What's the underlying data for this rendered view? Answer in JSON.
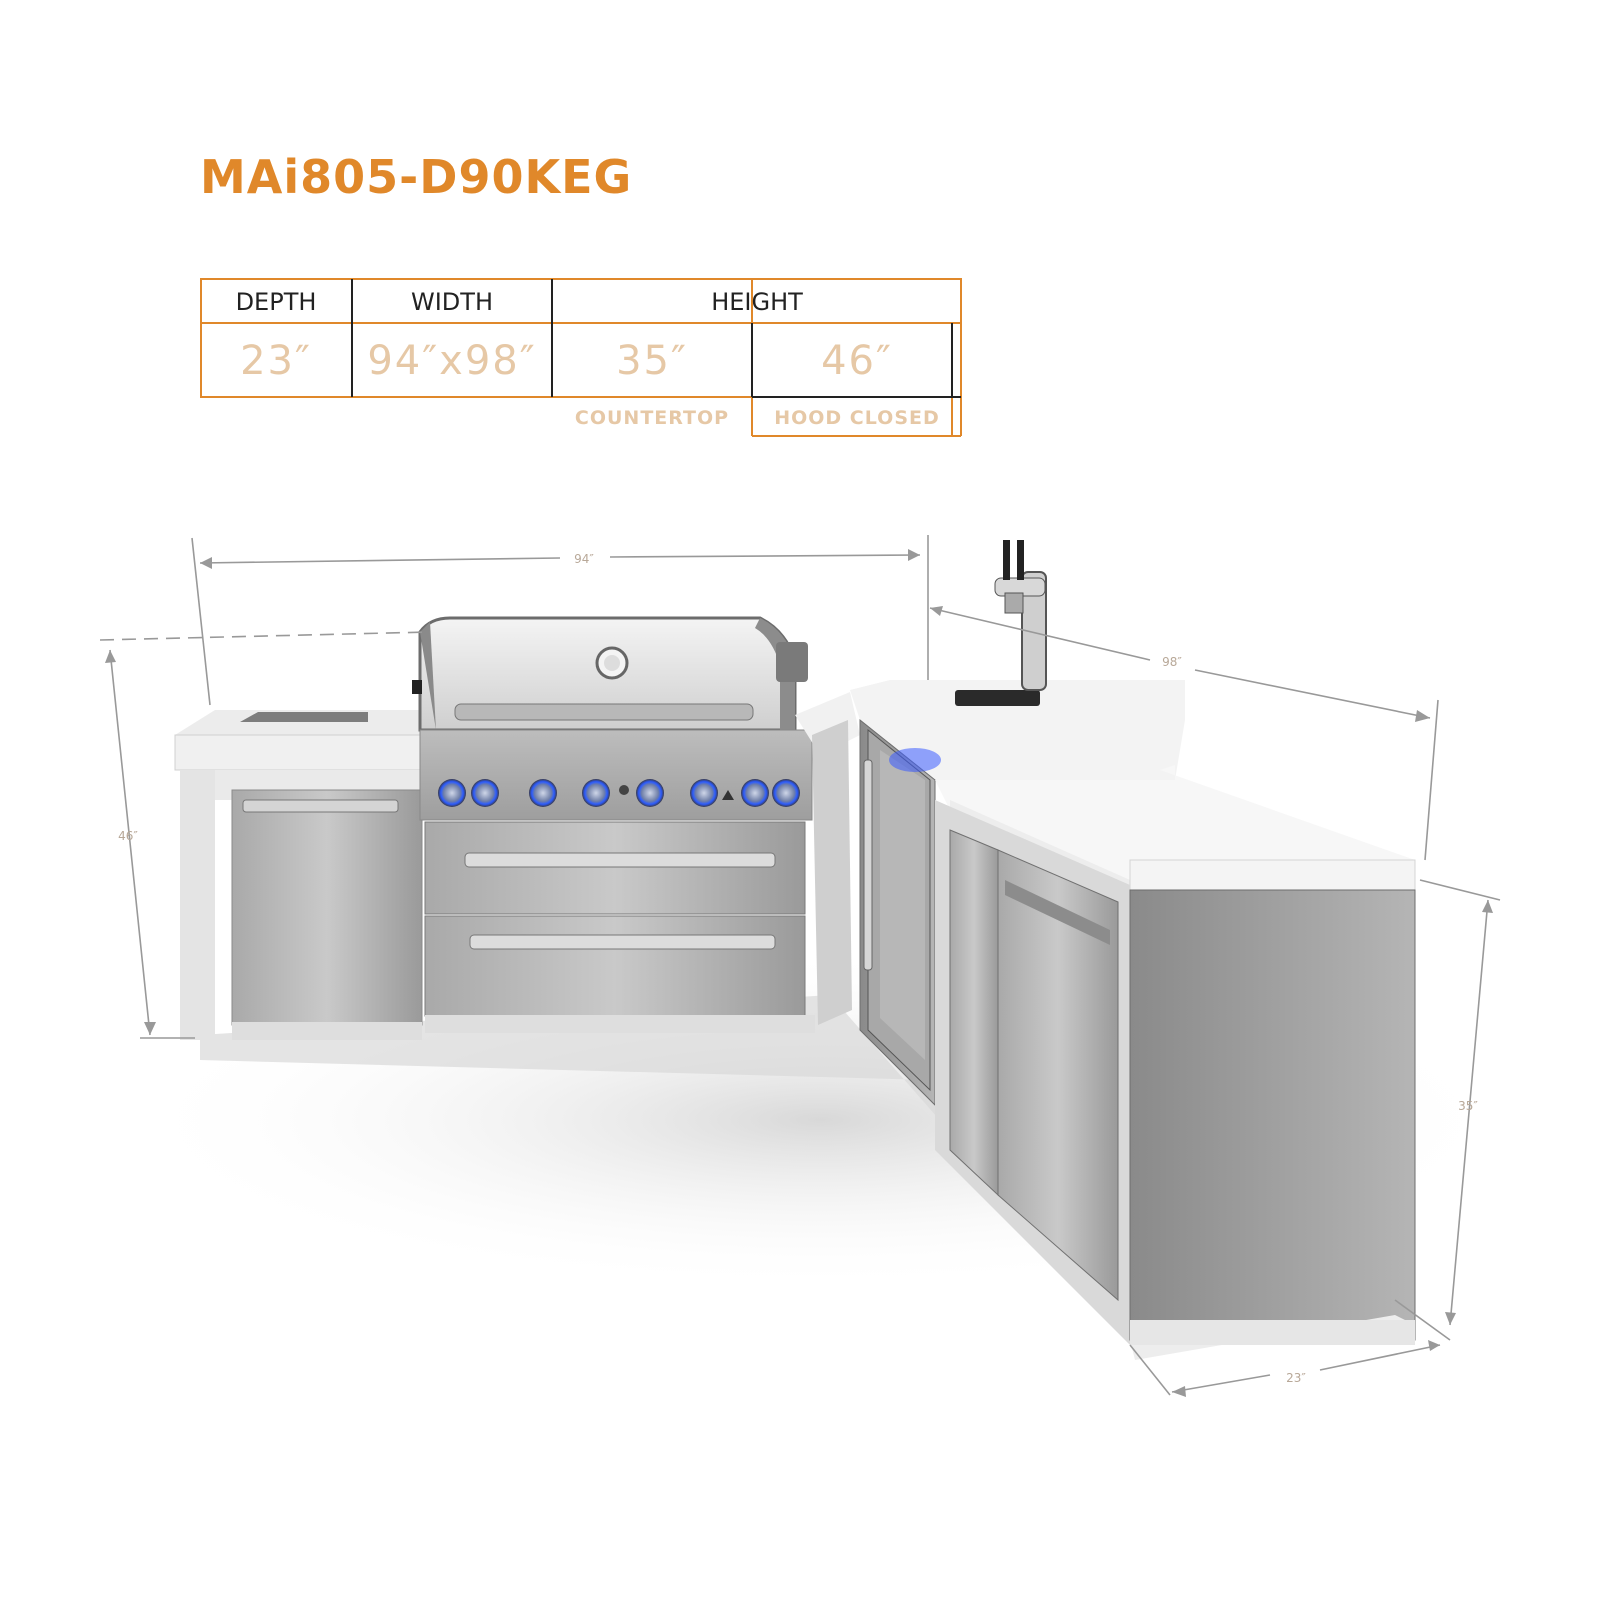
{
  "title": "MAi805-D90KEG",
  "table": {
    "headers": {
      "depth": "DEPTH",
      "width": "WIDTH",
      "height": "HEIGHT"
    },
    "values": {
      "depth": "23″",
      "width": "94″x98″",
      "height_countertop": "35″",
      "height_hood": "46″"
    },
    "sublabels": {
      "countertop": "COUNTERTOP",
      "hood_closed": "HOOD CLOSED"
    },
    "border_color": "#e0882a"
  },
  "dimensions": {
    "top_width": "94″",
    "side_width": "98″",
    "left_height": "46″",
    "right_height": "35″",
    "depth": "23″"
  }
}
